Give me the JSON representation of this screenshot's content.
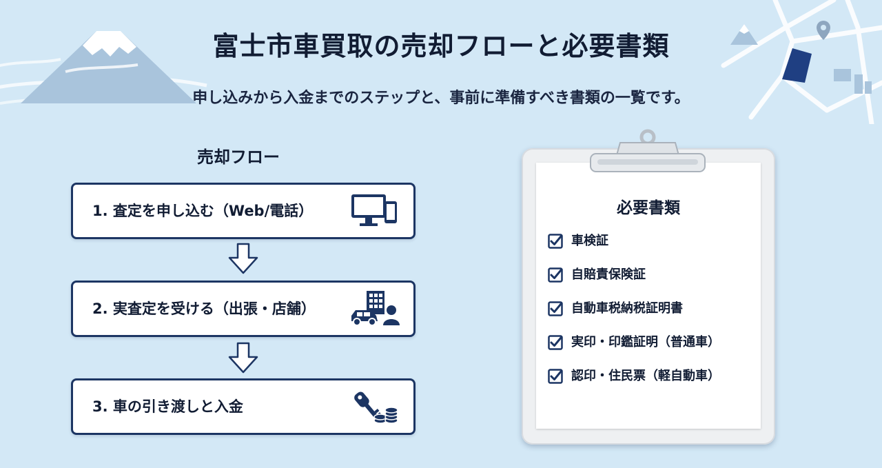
{
  "header": {
    "title": "富士市車買取の売却フローと必要書類",
    "subtitle": "申し込みから入金までのステップと、事前に準備すべき書類の一覧です。"
  },
  "flow": {
    "heading": "売却フロー",
    "steps": [
      {
        "label": "1. 査定を申し込む（Web/電話）",
        "icon": "computer-and-phone-icon"
      },
      {
        "label": "2. 実査定を受ける（出張・店舗）",
        "icon": "car-building-person-icon"
      },
      {
        "label": "3. 車の引き渡しと入金",
        "icon": "key-and-coins-icon"
      }
    ]
  },
  "documents": {
    "heading": "必要書類",
    "items": [
      "車検証",
      "自賠責保険証",
      "自動車税納税証明書",
      "実印・印鑑証明（普通車）",
      "認印・住民票（軽自動車）"
    ]
  },
  "colors": {
    "background": "#d3e8f6",
    "navy": "#1c3563",
    "text": "#111c33"
  }
}
